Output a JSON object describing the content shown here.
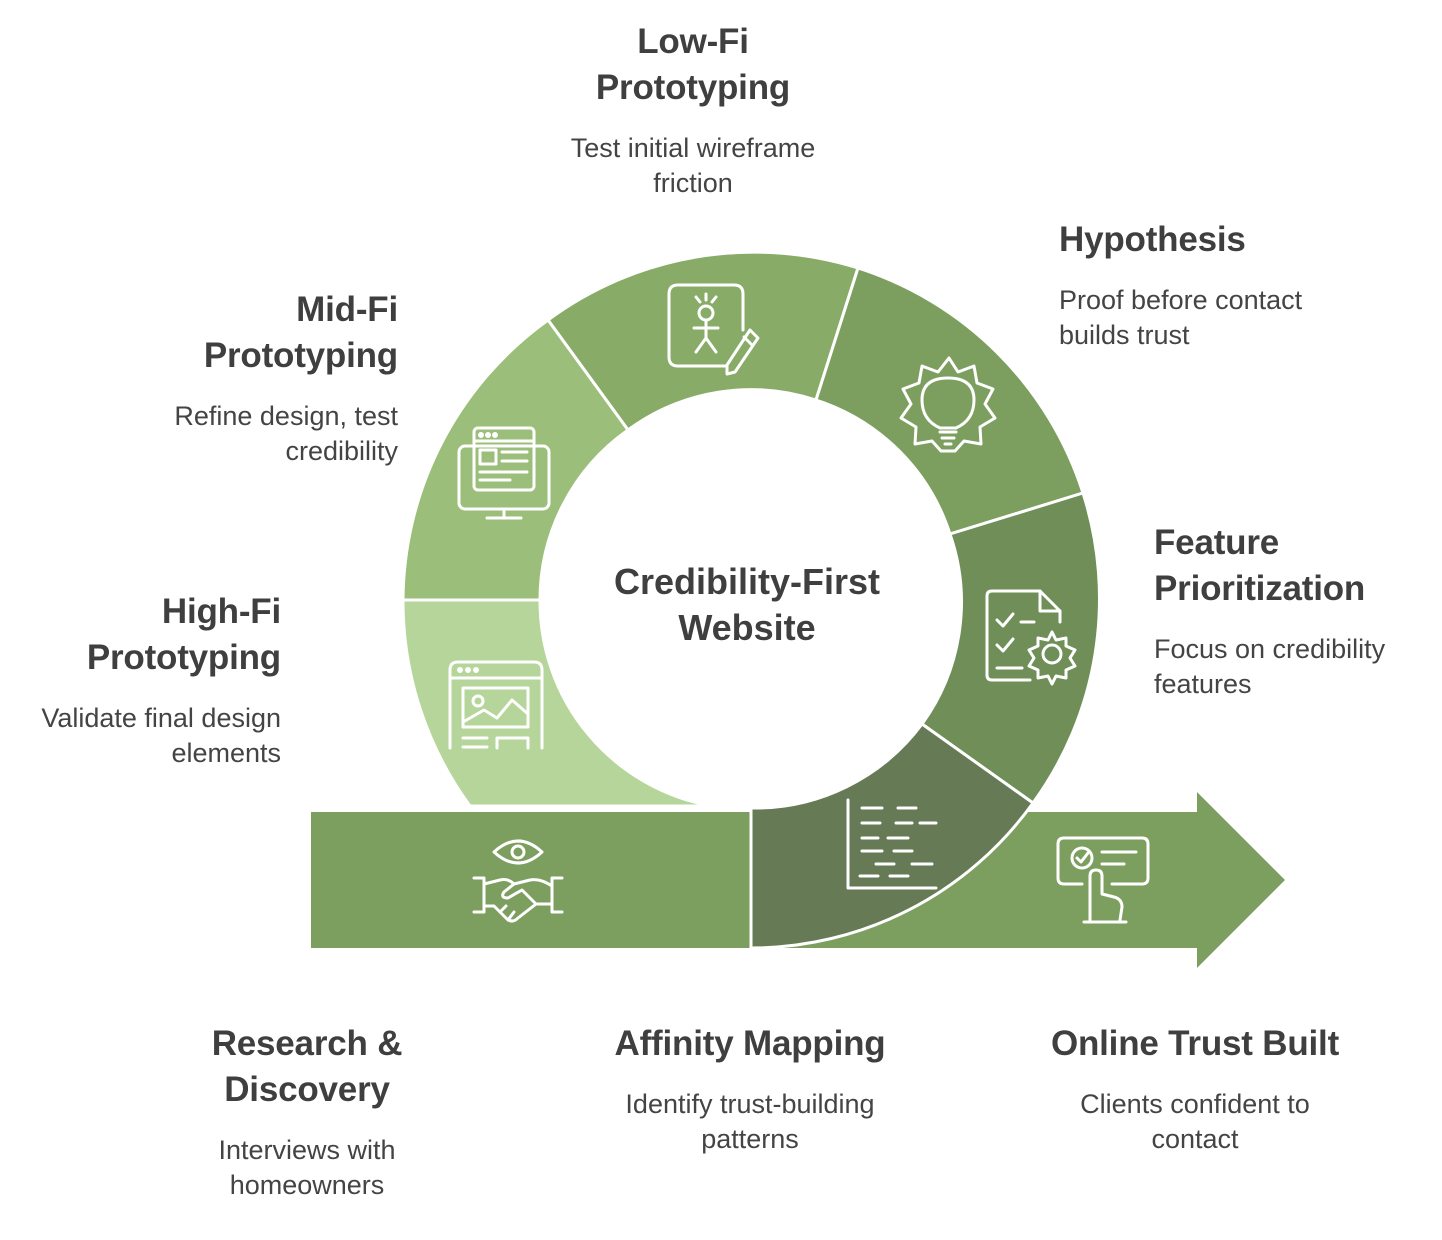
{
  "center": {
    "line1": "Credibility-First",
    "line2": "Website"
  },
  "stages": {
    "low_fi": {
      "title1": "Low-Fi",
      "title2": "Prototyping",
      "desc1": "Test initial wireframe",
      "desc2": "friction",
      "icon": "sketch-pencil-icon"
    },
    "hypothesis": {
      "title1": "Hypothesis",
      "desc1": "Proof before contact",
      "desc2": "builds trust",
      "icon": "lightbulb-gear-icon"
    },
    "mid_fi": {
      "title1": "Mid-Fi",
      "title2": "Prototyping",
      "desc1": "Refine design, test",
      "desc2": "credibility",
      "icon": "monitor-layout-icon"
    },
    "feature": {
      "title1": "Feature",
      "title2": "Prioritization",
      "desc1": "Focus on credibility",
      "desc2": "features",
      "icon": "checklist-gear-icon"
    },
    "high_fi": {
      "title1": "High-Fi",
      "title2": "Prototyping",
      "desc1": "Validate final design",
      "desc2": "elements",
      "icon": "browser-image-icon"
    },
    "research": {
      "title1": "Research &",
      "title2": "Discovery",
      "desc1": "Interviews with",
      "desc2": "homeowners",
      "icon": "eye-handshake-icon"
    },
    "affinity": {
      "title1": "Affinity Mapping",
      "desc1": "Identify trust-building",
      "desc2": "patterns",
      "icon": "sticky-notes-icon"
    },
    "trust": {
      "title1": "Online Trust Built",
      "desc1": "Clients confident to",
      "desc2": "contact",
      "icon": "verified-card-hand-icon"
    }
  },
  "colors": {
    "ring_low_fi": "#88ac67",
    "ring_hypothesis": "#7c9f5f",
    "ring_mid_fi": "#9bbf7a",
    "ring_feature": "#708f58",
    "ring_high_fi": "#b5d59a",
    "ring_affinity": "#667a56",
    "arrow": "#7c9f5f",
    "text": "#3f3f3f"
  }
}
